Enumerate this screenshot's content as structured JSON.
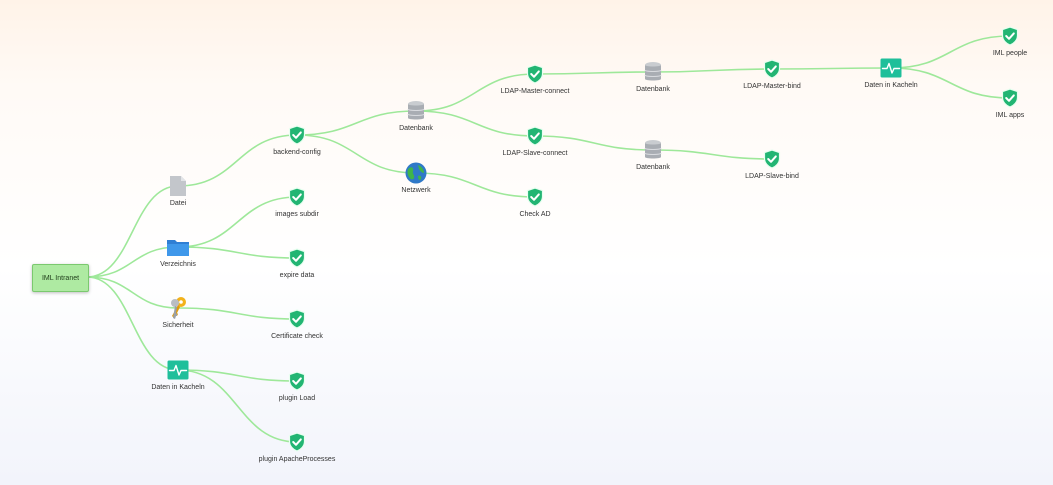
{
  "root": {
    "label": "IML Intranet"
  },
  "nodes": [
    {
      "id": "datei",
      "label": "Datei",
      "icon": "file-icon"
    },
    {
      "id": "verzeichnis",
      "label": "Verzeichnis",
      "icon": "folder-icon"
    },
    {
      "id": "sicherheit",
      "label": "Sicherheit",
      "icon": "keys-icon"
    },
    {
      "id": "kacheln1",
      "label": "Daten in Kacheln",
      "icon": "pulse-icon"
    },
    {
      "id": "backend",
      "label": "backend-config",
      "icon": "shield-check-icon"
    },
    {
      "id": "images",
      "label": "images subdir",
      "icon": "shield-check-icon"
    },
    {
      "id": "expire",
      "label": "expire data",
      "icon": "shield-check-icon"
    },
    {
      "id": "cert",
      "label": "Certificate check",
      "icon": "shield-check-icon"
    },
    {
      "id": "load",
      "label": "plugin Load",
      "icon": "shield-check-icon"
    },
    {
      "id": "apache",
      "label": "plugin ApacheProcesses",
      "icon": "shield-check-icon"
    },
    {
      "id": "db1",
      "label": "Datenbank",
      "icon": "database-icon"
    },
    {
      "id": "netz",
      "label": "Netzwerk",
      "icon": "globe-icon"
    },
    {
      "id": "ldapmc",
      "label": "LDAP-Master-connect",
      "icon": "shield-check-icon"
    },
    {
      "id": "ldapsc",
      "label": "LDAP-Slave-connect",
      "icon": "shield-check-icon"
    },
    {
      "id": "checkad",
      "label": "Check AD",
      "icon": "shield-check-icon"
    },
    {
      "id": "db2",
      "label": "Datenbank",
      "icon": "database-icon"
    },
    {
      "id": "db3",
      "label": "Datenbank",
      "icon": "database-icon"
    },
    {
      "id": "ldapmb",
      "label": "LDAP-Master-bind",
      "icon": "shield-check-icon"
    },
    {
      "id": "ldapsb",
      "label": "LDAP-Slave-bind",
      "icon": "shield-check-icon"
    },
    {
      "id": "kacheln2",
      "label": "Daten in Kacheln",
      "icon": "pulse-icon"
    },
    {
      "id": "people",
      "label": "IML people",
      "icon": "shield-check-icon"
    },
    {
      "id": "apps",
      "label": "IML apps",
      "icon": "shield-check-icon"
    }
  ],
  "edges": [
    [
      "root",
      "datei"
    ],
    [
      "root",
      "verzeichnis"
    ],
    [
      "root",
      "sicherheit"
    ],
    [
      "root",
      "kacheln1"
    ],
    [
      "datei",
      "backend"
    ],
    [
      "verzeichnis",
      "images"
    ],
    [
      "verzeichnis",
      "expire"
    ],
    [
      "sicherheit",
      "cert"
    ],
    [
      "kacheln1",
      "load"
    ],
    [
      "kacheln1",
      "apache"
    ],
    [
      "backend",
      "db1"
    ],
    [
      "backend",
      "netz"
    ],
    [
      "db1",
      "ldapmc"
    ],
    [
      "db1",
      "ldapsc"
    ],
    [
      "netz",
      "checkad"
    ],
    [
      "ldapmc",
      "db2"
    ],
    [
      "ldapsc",
      "db3"
    ],
    [
      "db2",
      "ldapmb"
    ],
    [
      "db3",
      "ldapsb"
    ],
    [
      "ldapmb",
      "kacheln2"
    ],
    [
      "kacheln2",
      "people"
    ],
    [
      "kacheln2",
      "apps"
    ]
  ],
  "colors": {
    "edge": "#9ee89a",
    "shield": "#22b573",
    "root_fill": "#aeeaa2",
    "folder": "#3a8fdc",
    "pulse": "#1fbf9a"
  }
}
